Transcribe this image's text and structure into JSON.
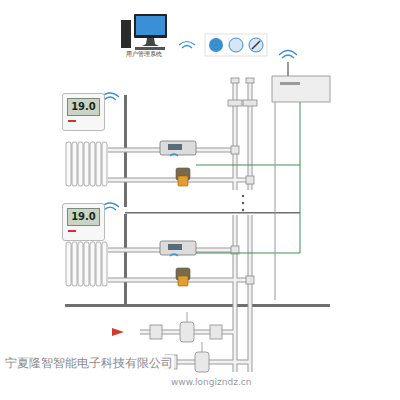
{
  "diagram": {
    "nodes": [
      {
        "text": [
          "用户管理系统"
        ]
      },
      {
        "text": [
          "19.0"
        ]
      },
      {
        "text": [
          "19.0"
        ]
      }
    ],
    "labels": [
      "宁夏隆智智能电子科技有限公司",
      "www.longizndz.cn"
    ]
  }
}
